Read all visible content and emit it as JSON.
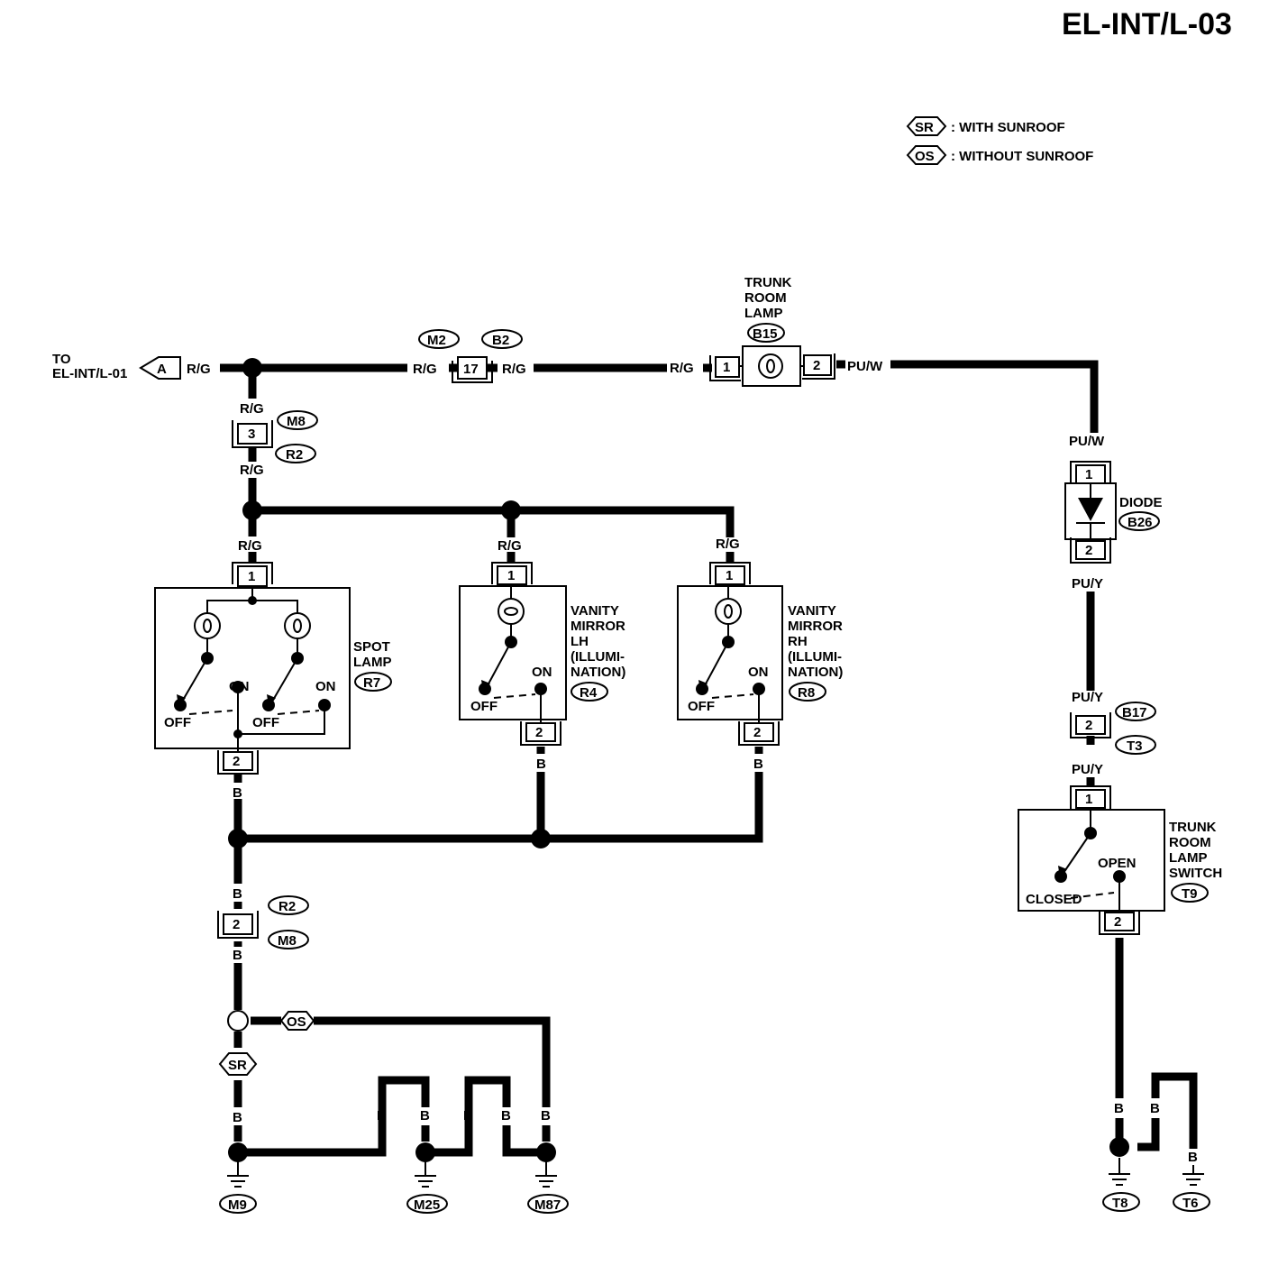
{
  "page_id": "EL-INT/L-03",
  "legend": {
    "sr": {
      "tag": "SR",
      "text": ": WITH SUNROOF"
    },
    "os": {
      "tag": "OS",
      "text": ": WITHOUT SUNROOF"
    }
  },
  "to_ref": {
    "line1": "TO",
    "line2": "EL-INT/L-01",
    "tag": "A"
  },
  "wires": {
    "rg": "R/G",
    "puw": "PU/W",
    "puy": "PU/Y",
    "b": "B"
  },
  "connectors": {
    "m2": "M2",
    "b2": "B2",
    "pin17": "17",
    "m8": "M8",
    "r2": "R2",
    "pin3": "3",
    "b17": "B17",
    "t3": "T3"
  },
  "trunk_lamp": {
    "l1": "TRUNK",
    "l2": "ROOM",
    "l3": "LAMP",
    "tag": "B15",
    "p1": "1",
    "p2": "2"
  },
  "diode": {
    "label": "DIODE",
    "tag": "B26",
    "p1": "1",
    "p2": "2"
  },
  "spot_lamp": {
    "l1": "SPOT",
    "l2": "LAMP",
    "tag": "R7",
    "p1": "1",
    "p2": "2",
    "off": "OFF",
    "on": "ON"
  },
  "vanity_lh": {
    "l1": "VANITY",
    "l2": "MIRROR",
    "l3": "LH",
    "l4": "(ILLUMI-",
    "l5": "NATION)",
    "tag": "R4",
    "p1": "1",
    "p2": "2",
    "off": "OFF",
    "on": "ON"
  },
  "vanity_rh": {
    "l1": "VANITY",
    "l2": "MIRROR",
    "l3": "RH",
    "l4": "(ILLUMI-",
    "l5": "NATION)",
    "tag": "R8",
    "p1": "1",
    "p2": "2",
    "off": "OFF",
    "on": "ON"
  },
  "trunk_switch": {
    "l1": "TRUNK",
    "l2": "ROOM",
    "l3": "LAMP",
    "l4": "SWITCH",
    "tag": "T9",
    "p1": "1",
    "p2": "2",
    "closed": "CLOSED",
    "open": "OPEN",
    "pin2": "2"
  },
  "grounds": {
    "m9": "M9",
    "m25": "M25",
    "m87": "M87",
    "t8": "T8",
    "t6": "T6"
  }
}
